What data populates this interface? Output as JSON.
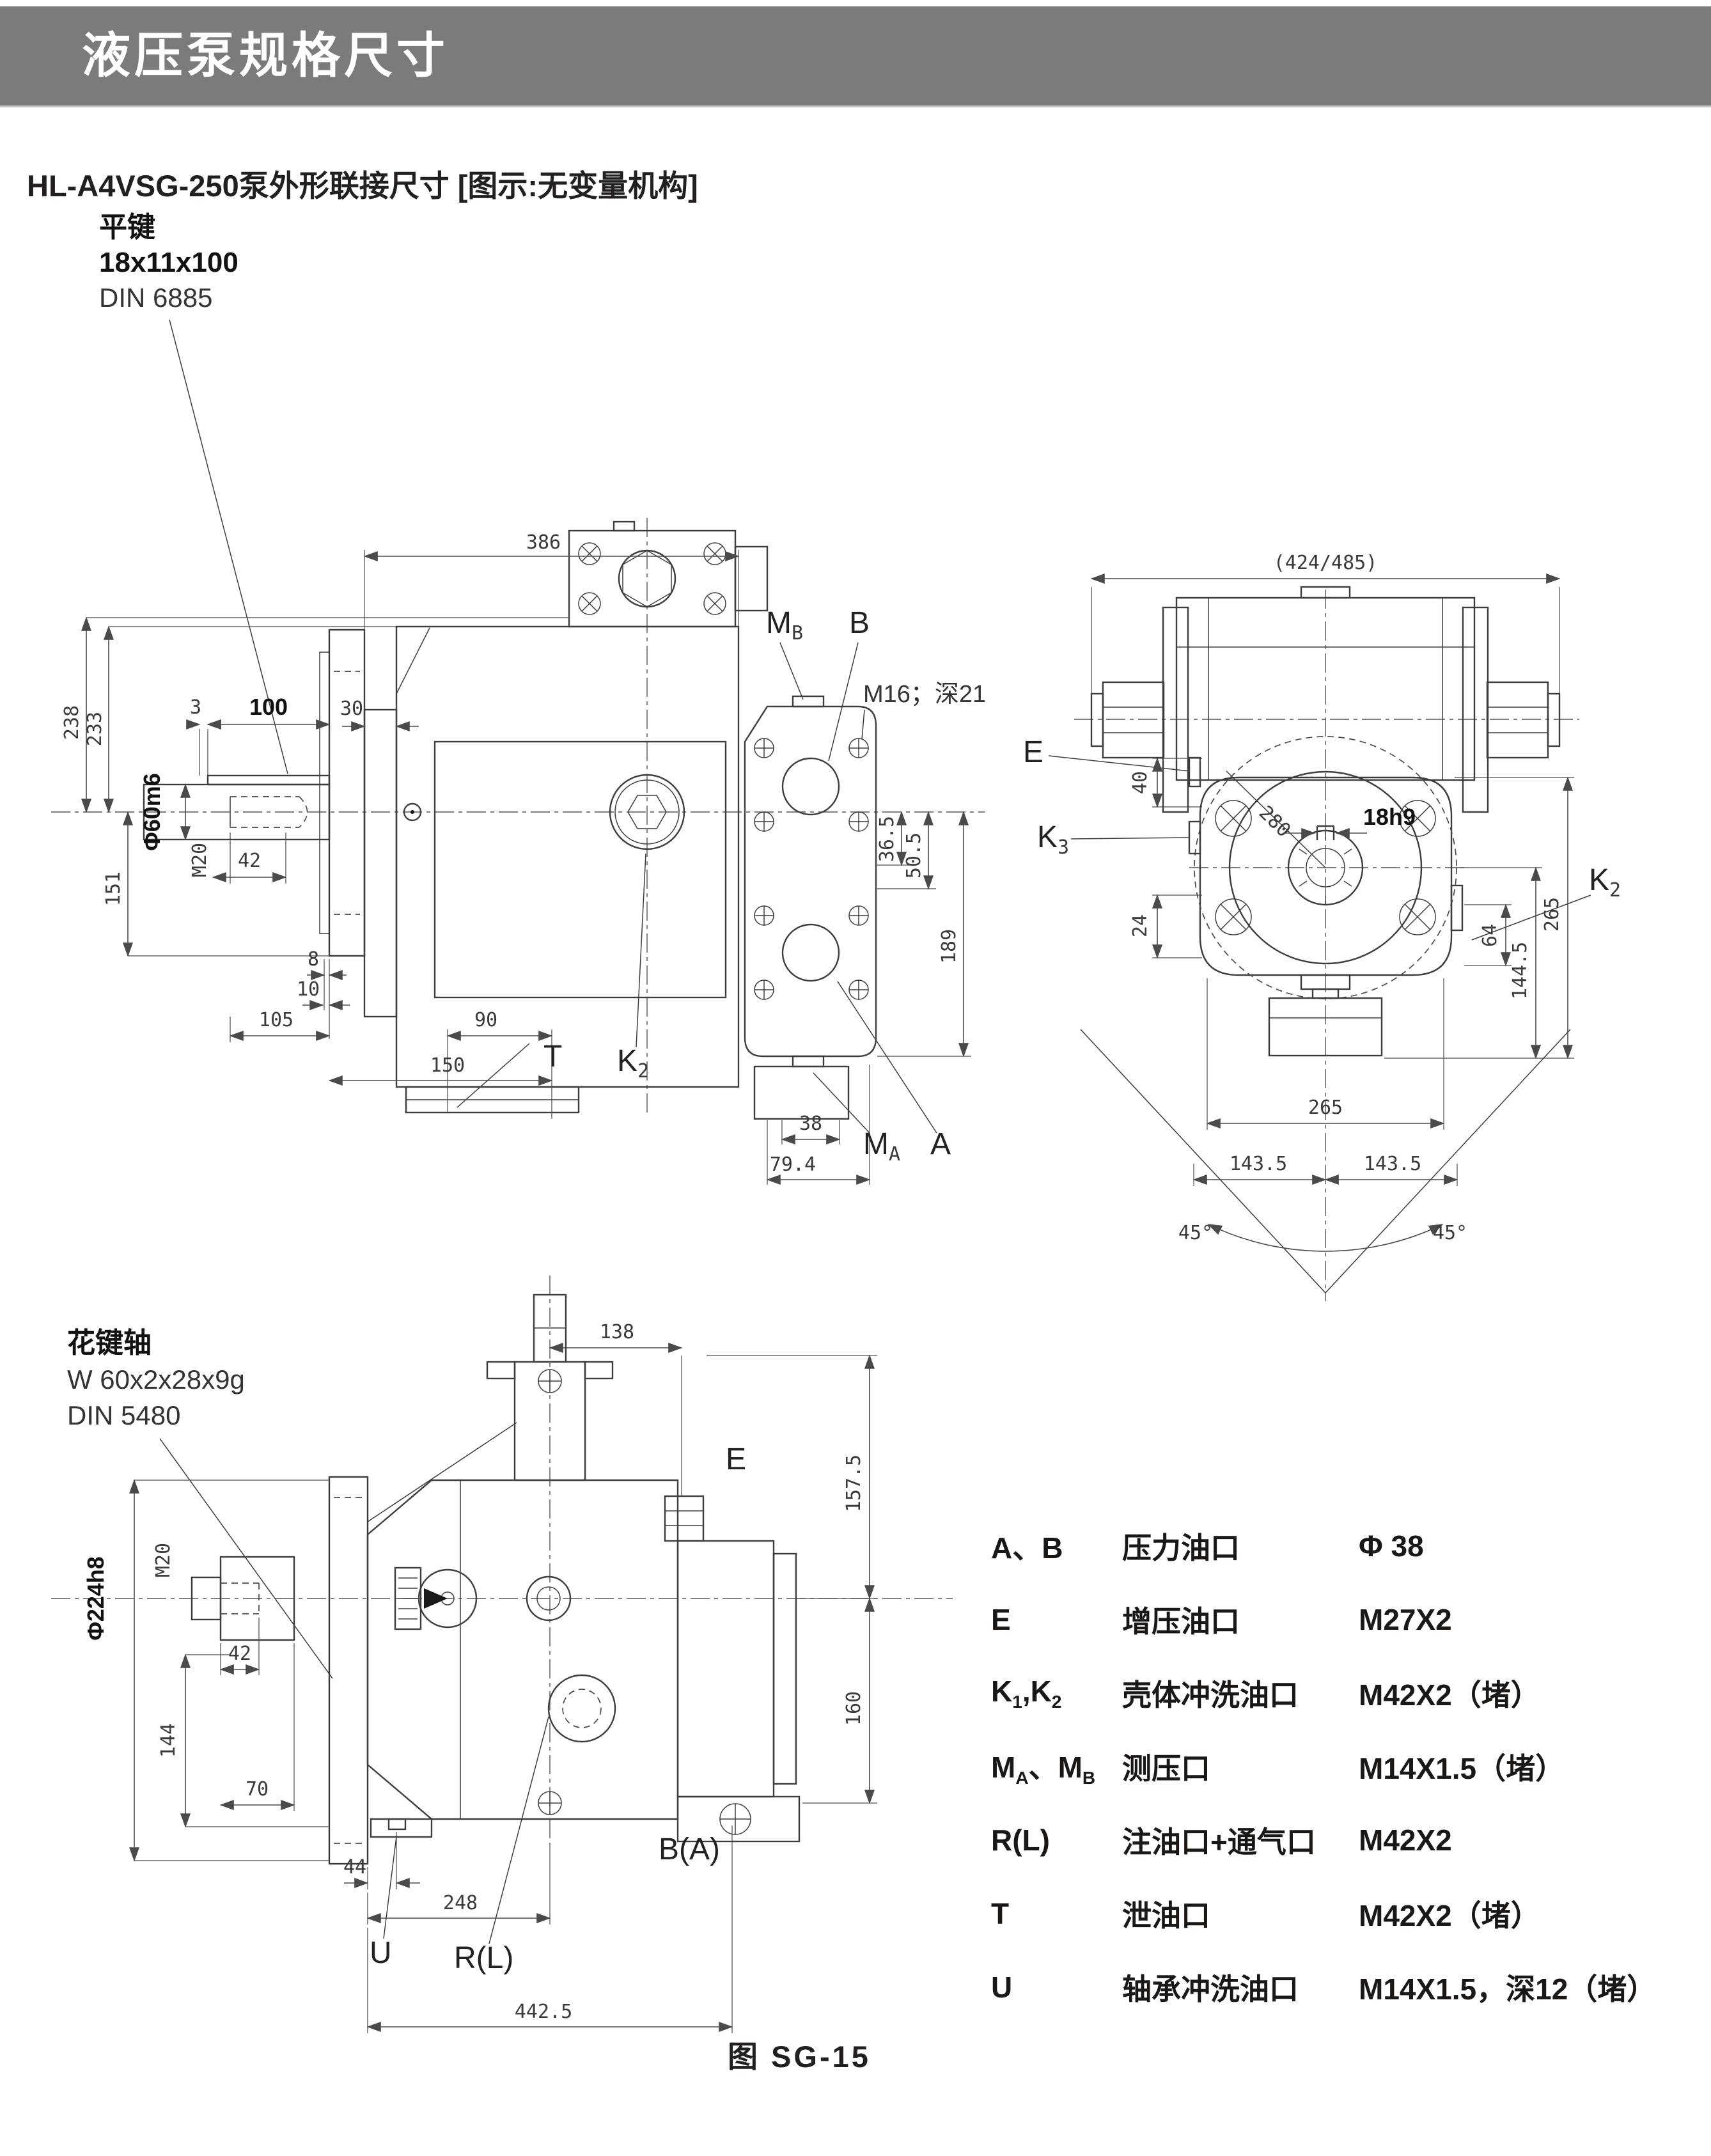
{
  "header": {
    "title": "液压泵规格尺寸",
    "bar_color": "#7b7b7b"
  },
  "subtitle": "HL-A4VSG-250泵外形联接尺寸 [图示:无变量机构]",
  "caption": "图  SG-15",
  "v1": {
    "note1": "平键",
    "note2": "18x11x100",
    "note3": "DIN 6885",
    "d386": "386",
    "d30": "30",
    "d238": "238",
    "d233": "233",
    "d3": "3",
    "d100": "100",
    "shaft_dia": "Φ60m6",
    "m20": "M20",
    "d42": "42",
    "d151": "151",
    "d8": "8",
    "d10": "10",
    "d105": "105",
    "d90": "90",
    "d150": "150",
    "d36_5": "36.5",
    "d50_5": "50.5",
    "d189": "189",
    "d38": "38",
    "d79_4": "79.4",
    "m16": "M16；深21",
    "lbl_t": "T",
    "lbl_k2_m": "K",
    "lbl_k2_s": "2",
    "lbl_mb_m": "M",
    "lbl_mb_s": "B",
    "lbl_b": "B",
    "lbl_ma_m": "M",
    "lbl_ma_s": "A",
    "lbl_a": "A"
  },
  "v2": {
    "d_total": "(424/485)",
    "d280": "280",
    "d18h9": "18h9",
    "d40": "40",
    "d24": "24",
    "d64": "64",
    "d265r": "265",
    "d144_5": "144.5",
    "d265b": "265",
    "d143_5l": "143.5",
    "d143_5r": "143.5",
    "ang_l": "45°",
    "ang_r": "45°",
    "lbl_e": "E",
    "lbl_k3_m": "K",
    "lbl_k3_s": "3",
    "lbl_k2_m": "K",
    "lbl_k2_s": "2"
  },
  "v3": {
    "note1": "花键轴",
    "note2": "W 60x2x28x9g",
    "note3": "DIN 5480",
    "d138": "138",
    "d157_5": "157.5",
    "d160": "160",
    "shaft_dia": "Φ224h8",
    "m20": "M20",
    "d42": "42",
    "d144": "144",
    "d70": "70",
    "d44": "44",
    "d248": "248",
    "d442_5": "442.5",
    "lbl_e": "E",
    "lbl_u": "U",
    "lbl_rl": "R(L)",
    "lbl_ba": "B(A)"
  },
  "table": {
    "rows": [
      {
        "port": [
          {
            "t": "A、B"
          }
        ],
        "name": "压力油口",
        "spec": "Φ 38"
      },
      {
        "port": [
          {
            "t": "E"
          }
        ],
        "name": "增压油口",
        "spec": "M27X2"
      },
      {
        "port": [
          {
            "t": "K"
          },
          {
            "t": "1",
            "sub": true
          },
          {
            "t": ",K"
          },
          {
            "t": "2",
            "sub": true
          }
        ],
        "name": "壳体冲洗油口",
        "spec": "M42X2（堵）"
      },
      {
        "port": [
          {
            "t": "M"
          },
          {
            "t": "A",
            "sub": true
          },
          {
            "t": "、M"
          },
          {
            "t": "B",
            "sub": true
          }
        ],
        "name": "测压口",
        "spec": "M14X1.5（堵）"
      },
      {
        "port": [
          {
            "t": "R(L)"
          }
        ],
        "name": "注油口+通气口",
        "spec": "M42X2"
      },
      {
        "port": [
          {
            "t": "T"
          }
        ],
        "name": "泄油口",
        "spec": "M42X2（堵）"
      },
      {
        "port": [
          {
            "t": "U"
          }
        ],
        "name": "轴承冲洗油口",
        "spec": "M14X1.5，深12（堵）"
      }
    ]
  }
}
